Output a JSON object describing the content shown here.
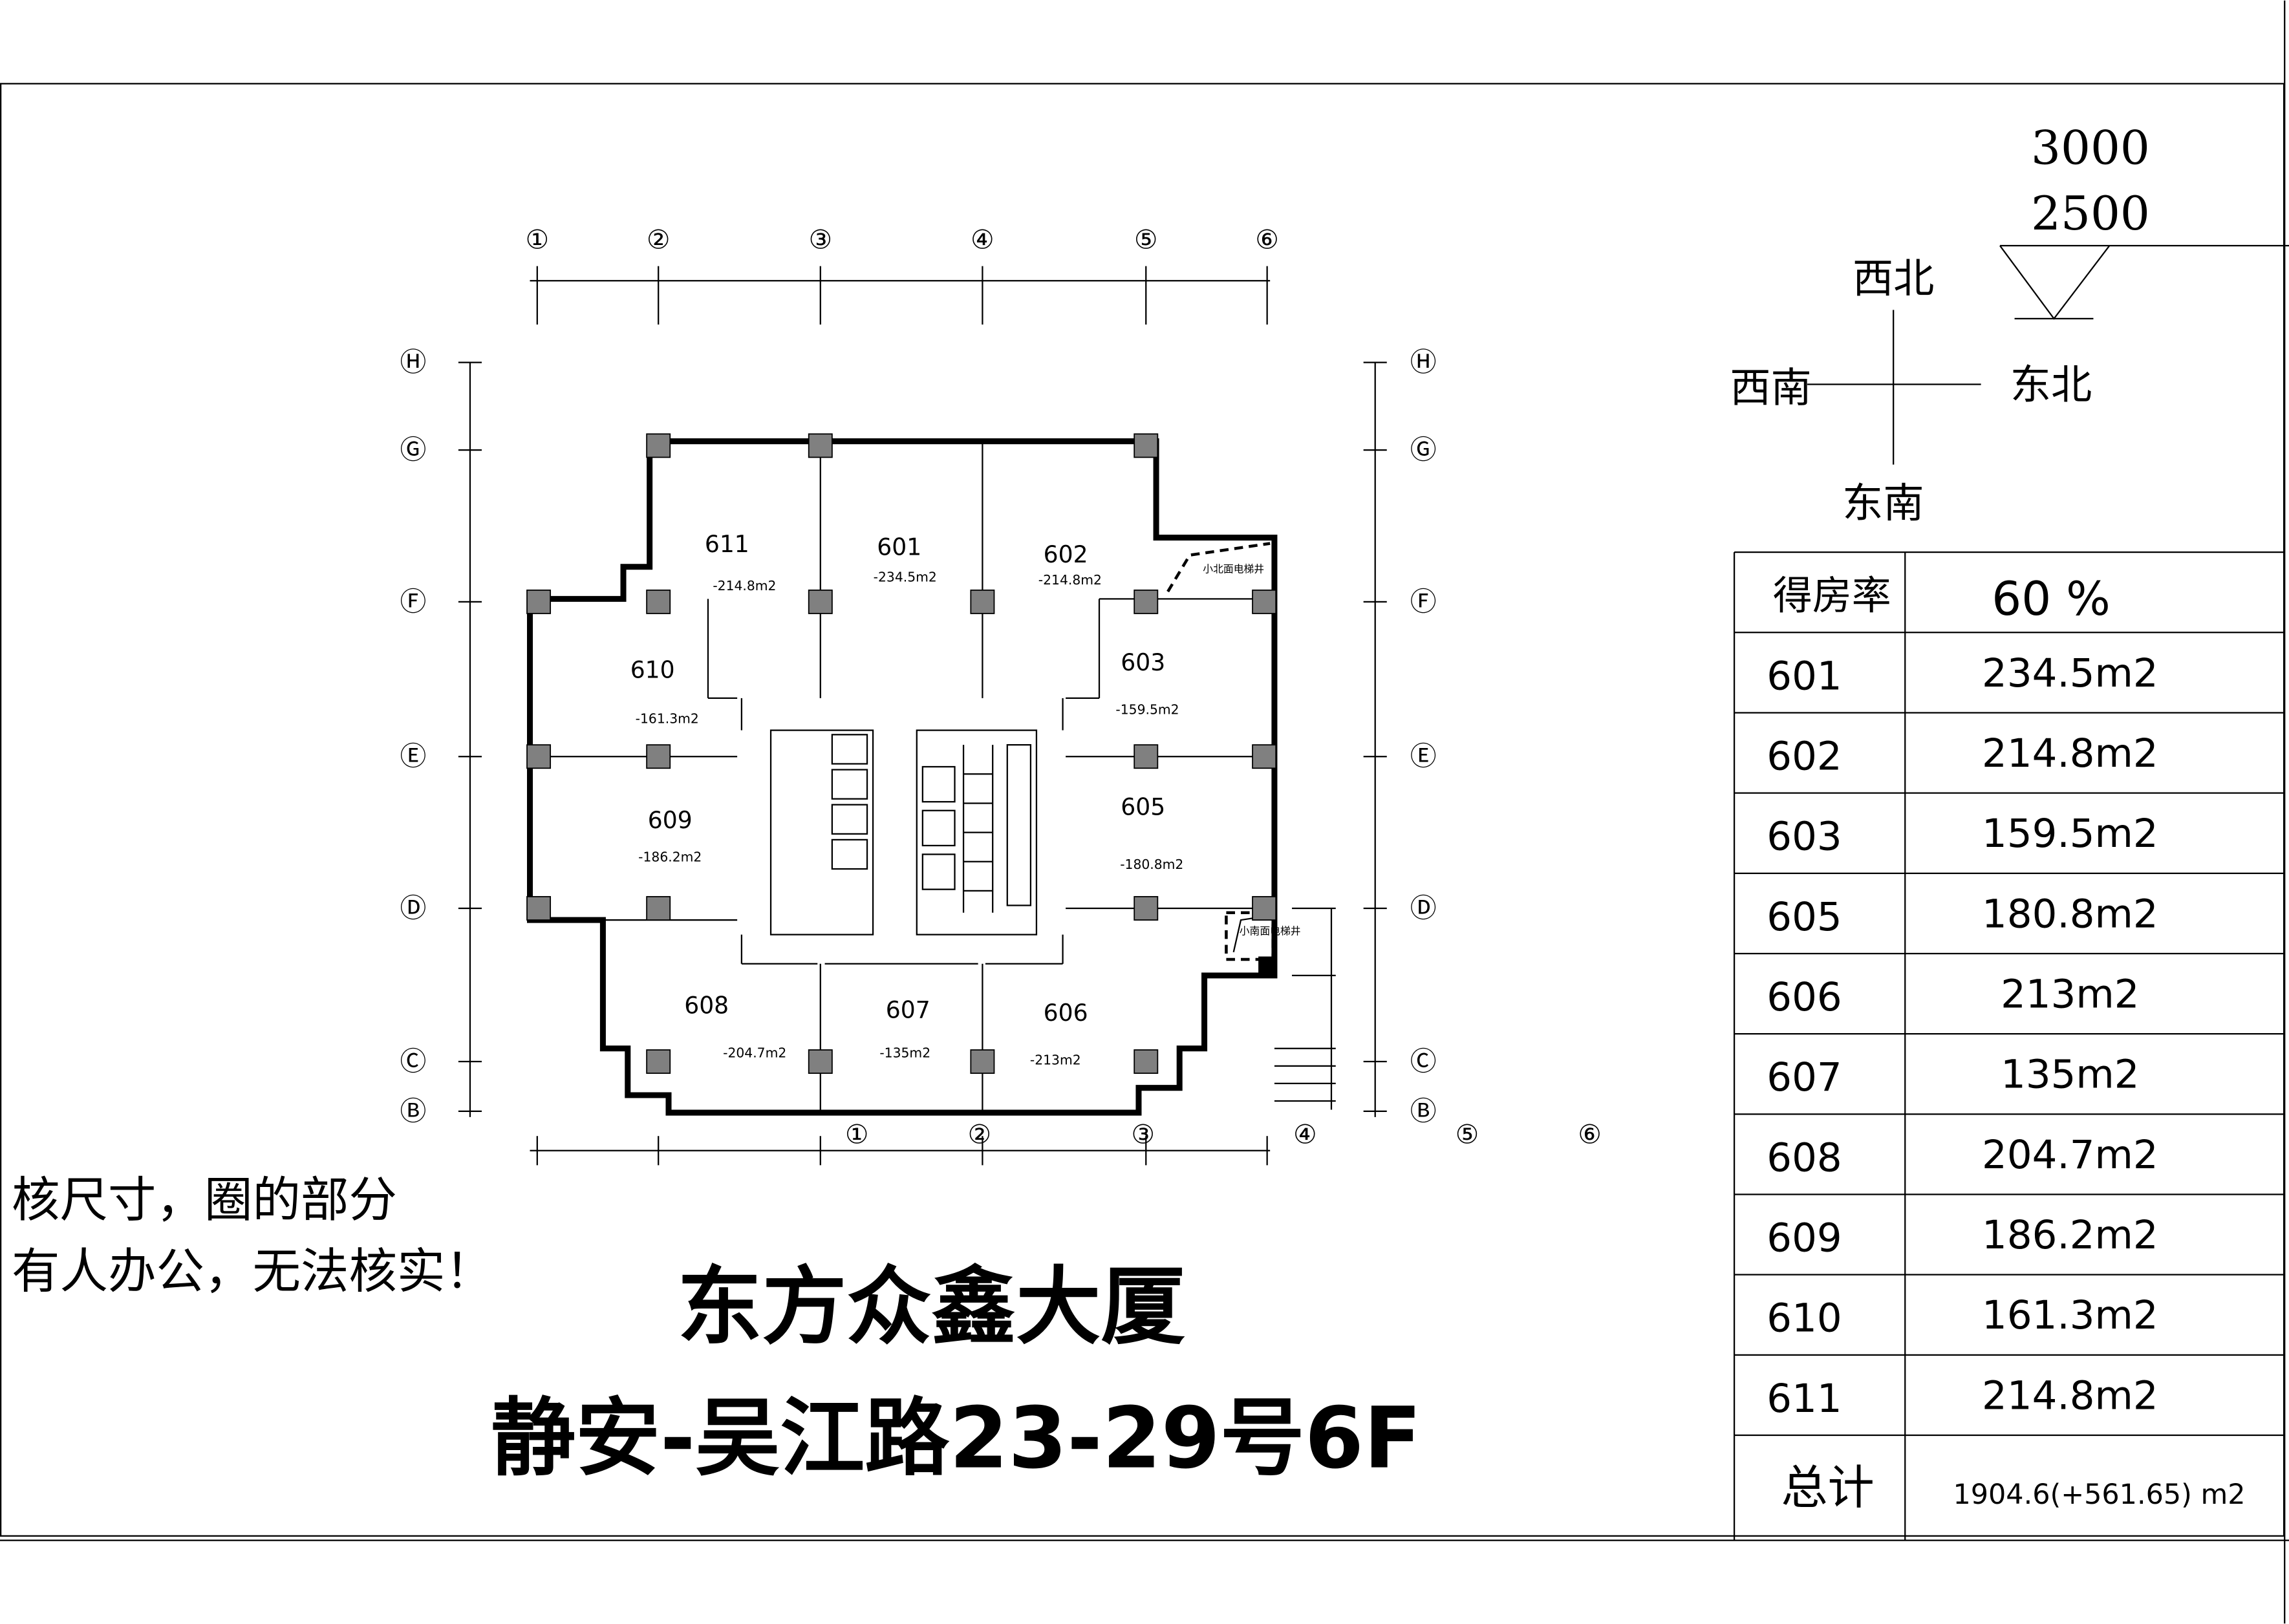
{
  "scale": {
    "top": "3000",
    "bottom": "2500"
  },
  "compass": {
    "north": "西北",
    "west": "西南",
    "east": "东北",
    "south": "东南"
  },
  "grid": {
    "top_axis": [
      "①",
      "②",
      "③",
      "④",
      "⑤",
      "⑥"
    ],
    "bottom_axis": [
      "①",
      "②",
      "③",
      "④",
      "⑤",
      "⑥"
    ],
    "left_axis": [
      "Ⓗ",
      "Ⓖ",
      "Ⓕ",
      "Ⓔ",
      "Ⓓ",
      "Ⓒ",
      "Ⓑ"
    ],
    "right_axis": [
      "Ⓗ",
      "Ⓖ",
      "Ⓕ",
      "Ⓔ",
      "Ⓓ",
      "Ⓒ",
      "Ⓑ"
    ]
  },
  "rooms": [
    {
      "id": "611",
      "area": "214.8m2"
    },
    {
      "id": "601",
      "area": "234.5m2"
    },
    {
      "id": "602",
      "area": "214.8m2"
    },
    {
      "id": "610",
      "area": "161.3m2"
    },
    {
      "id": "603",
      "area": "159.5m2"
    },
    {
      "id": "609",
      "area": "186.2m2"
    },
    {
      "id": "605",
      "area": "180.8m2"
    },
    {
      "id": "608",
      "area": "204.7m2"
    },
    {
      "id": "607",
      "area": "135m2"
    },
    {
      "id": "606",
      "area": "213m2"
    }
  ],
  "shaft_labels": {
    "north": "小北面电梯井",
    "south": "小南面电梯井"
  },
  "note": {
    "line1": "核尺寸，圈的部分",
    "line2": "有人办公，无法核实！"
  },
  "title": {
    "building": "东方众鑫大厦",
    "address": "静安-吴江路23-29号6F"
  },
  "table": {
    "ratio_label": "得房率",
    "ratio_value": "60 %",
    "rows": [
      {
        "unit": "601",
        "area": "234.5m2"
      },
      {
        "unit": "602",
        "area": "214.8m2"
      },
      {
        "unit": "603",
        "area": "159.5m2"
      },
      {
        "unit": "605",
        "area": "180.8m2"
      },
      {
        "unit": "606",
        "area": "213m2"
      },
      {
        "unit": "607",
        "area": "135m2"
      },
      {
        "unit": "608",
        "area": "204.7m2"
      },
      {
        "unit": "609",
        "area": "186.2m2"
      },
      {
        "unit": "610",
        "area": "161.3m2"
      },
      {
        "unit": "611",
        "area": "214.8m2"
      }
    ],
    "total_label": "总计",
    "total_value": "1904.6(+561.65) m2"
  }
}
